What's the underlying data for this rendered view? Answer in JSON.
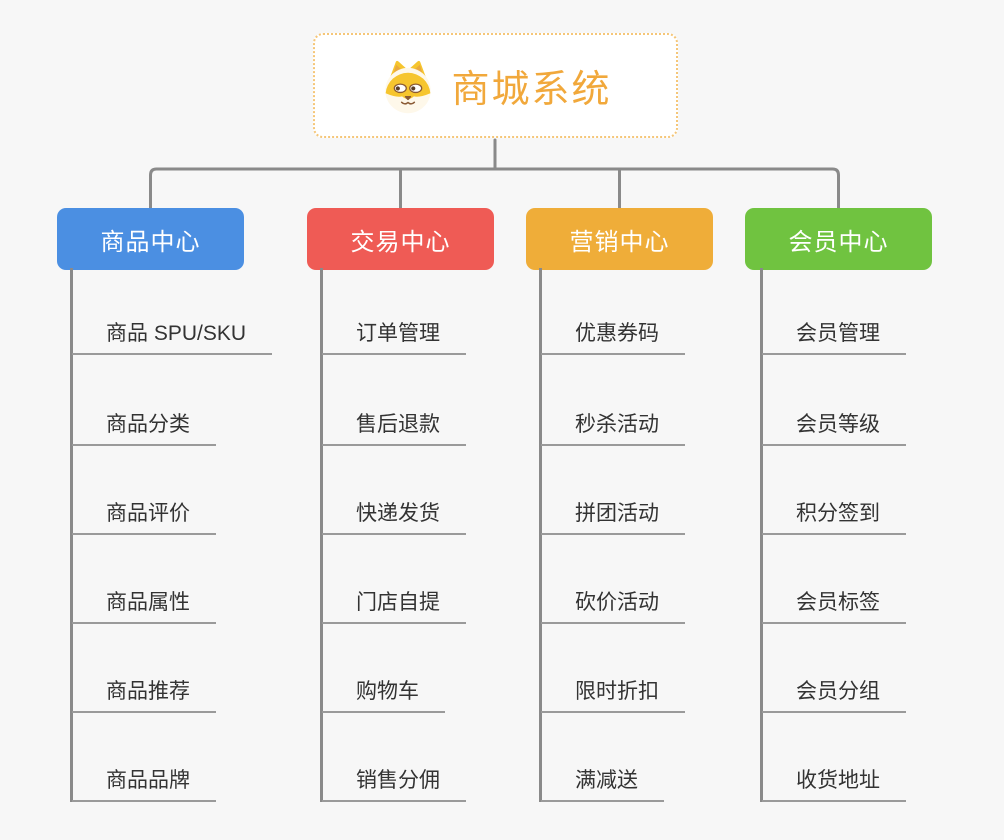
{
  "root": {
    "title": "商城系统",
    "icon": "shiba-dog-icon",
    "title_color": "#F1A83B",
    "border_color": "#F5C678"
  },
  "branches": [
    {
      "label": "商品中心",
      "color": "#4B8FE2",
      "items": [
        "商品 SPU/SKU",
        "商品分类",
        "商品评价",
        "商品属性",
        "商品推荐",
        "商品品牌"
      ]
    },
    {
      "label": "交易中心",
      "color": "#EF5B55",
      "items": [
        "订单管理",
        "售后退款",
        "快递发货",
        "门店自提",
        "购物车",
        "销售分佣"
      ]
    },
    {
      "label": "营销中心",
      "color": "#EFAD39",
      "items": [
        "优惠券码",
        "秒杀活动",
        "拼团活动",
        "砍价活动",
        "限时折扣",
        "满减送"
      ]
    },
    {
      "label": "会员中心",
      "color": "#70C340",
      "items": [
        "会员管理",
        "会员等级",
        "积分签到",
        "会员标签",
        "会员分组",
        "收货地址"
      ]
    }
  ],
  "colors": {
    "background": "#F7F7F7",
    "connector_line": "#8A8A8A",
    "item_underline": "#9A9A9A",
    "item_text": "#333333"
  }
}
